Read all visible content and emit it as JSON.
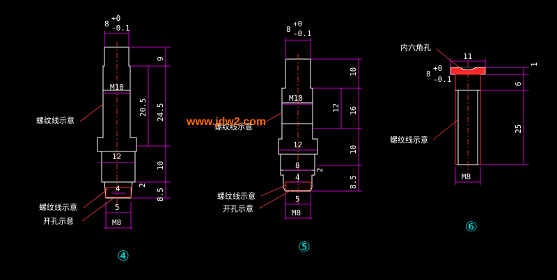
{
  "watermark": "www.jdw2.com",
  "colors": {
    "background": "#000000",
    "outline": "#ffffff",
    "dimension": "#ff00ff",
    "leader": "#ff3b3b",
    "circled_number": "#00e5e5",
    "watermark": "#ff6a00"
  },
  "part4": {
    "label": "④",
    "top_tol_base": "8",
    "top_tol_upper": "+0",
    "top_tol_lower": "-0.1",
    "thread_label": "M10",
    "dims": {
      "d9": "9",
      "d20_5": "20.5",
      "d24_5": "24.5",
      "d10": "10",
      "d2": "2",
      "d8_5": "8.5",
      "w12": "12",
      "w4": "4",
      "w5": "5",
      "m8": "M8"
    },
    "note_thread": "螺纹线示意",
    "note_hole": "开孔示意"
  },
  "part5": {
    "label": "⑤",
    "top_tol_base": "8",
    "top_tol_upper": "+0",
    "top_tol_lower": "-0.1",
    "thread_label": "M10",
    "dims": {
      "d10a": "10",
      "d12": "12",
      "d16": "16",
      "d10b": "10",
      "d2": "2",
      "d8_5": "8.5",
      "w12": "12",
      "w8": "8",
      "w4": "4",
      "w5": "5",
      "m8": "M8"
    },
    "note_thread": "螺纹线示意",
    "note_thread2": "螺纹线示意",
    "note_hole": "开孔示意"
  },
  "part6": {
    "label": "⑥",
    "top_tol_base": "8",
    "top_tol_upper": "+0",
    "top_tol_lower": "-0.1",
    "hex_note": "内六角孔",
    "dims": {
      "w11": "11",
      "d1": "1",
      "d6": "6",
      "d25": "25",
      "m8": "M8"
    },
    "note_thread": "螺纹线示意"
  }
}
